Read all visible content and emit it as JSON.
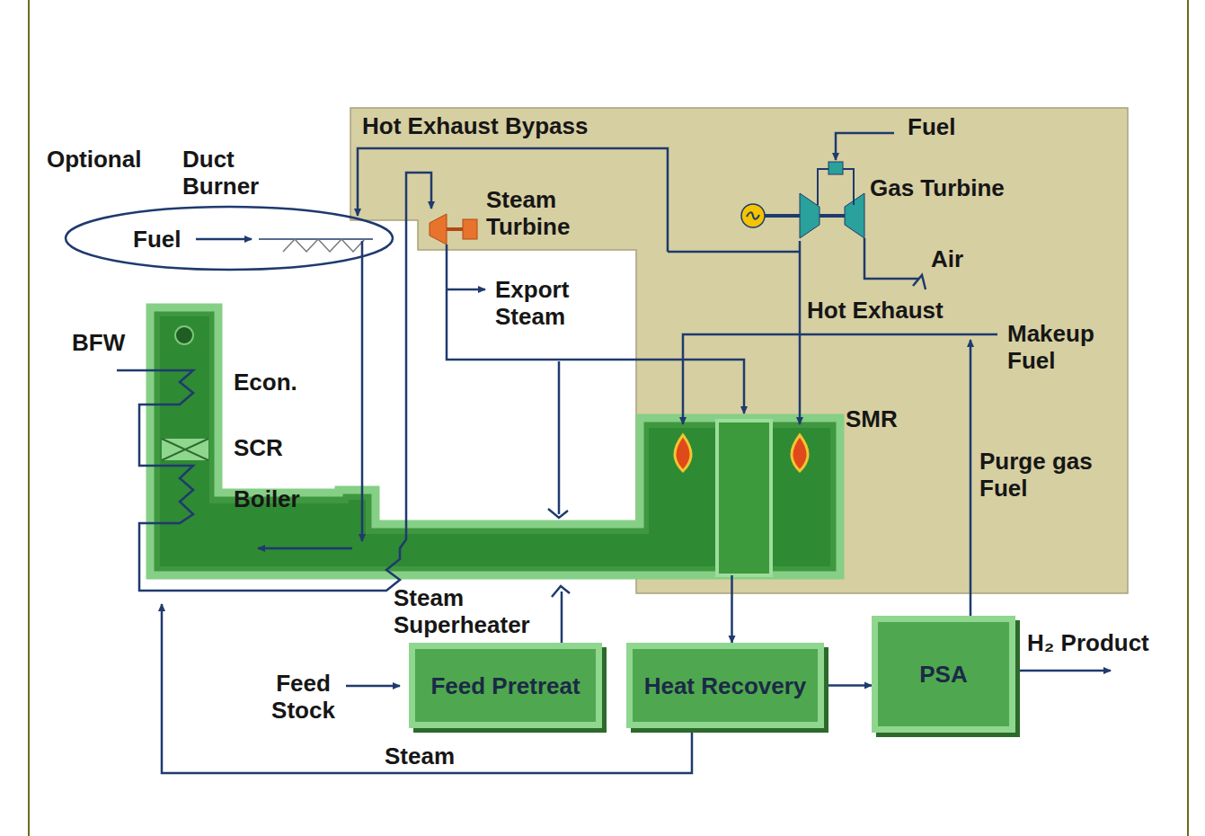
{
  "diagram": {
    "nodes": [
      {
        "text": [
          "Feed Pretreat"
        ]
      },
      {
        "text": [
          "Heat Recovery"
        ]
      },
      {
        "text": [
          "PSA"
        ]
      },
      {
        "text": [
          "SMR"
        ]
      }
    ],
    "edges": [
      {
        "from": 3,
        "to": 1,
        "arrow": "to"
      },
      {
        "from": 1,
        "to": 2,
        "arrow": "to"
      }
    ],
    "labels": [
      "Hot Exhaust Bypass",
      "Optional",
      "Duct Burner",
      "Fuel",
      "Steam Turbine",
      "Export Steam",
      "Fuel",
      "Gas Turbine",
      "Air",
      "Hot Exhaust",
      "Makeup Fuel",
      "BFW",
      "Econ.",
      "SCR",
      "Boiler",
      "Purge gas Fuel",
      "Steam Superheater",
      "Feed Stock",
      "Steam",
      "H₂ Product"
    ]
  }
}
